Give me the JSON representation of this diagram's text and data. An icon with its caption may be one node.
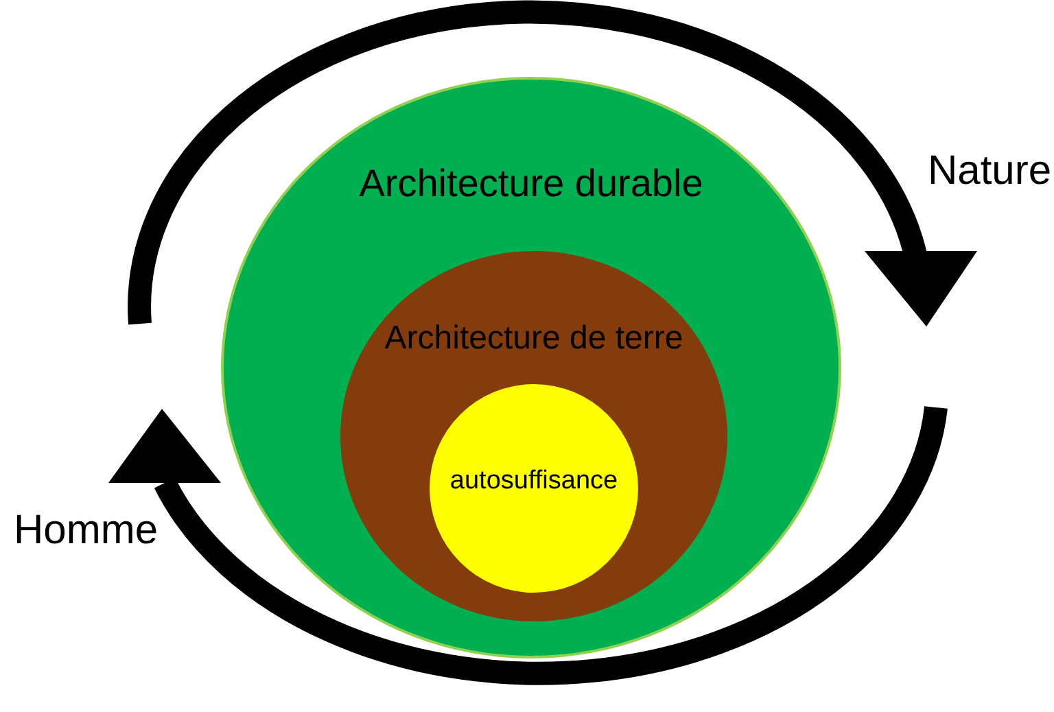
{
  "diagram": {
    "nodes": [
      {
        "text": [
          "Architecture durable"
        ]
      },
      {
        "text": [
          "Architecture de terre"
        ],
        "in": 0
      },
      {
        "text": [
          "autosuffisance"
        ],
        "in": 1
      }
    ],
    "labels": [
      "Nature",
      "Homme"
    ]
  }
}
